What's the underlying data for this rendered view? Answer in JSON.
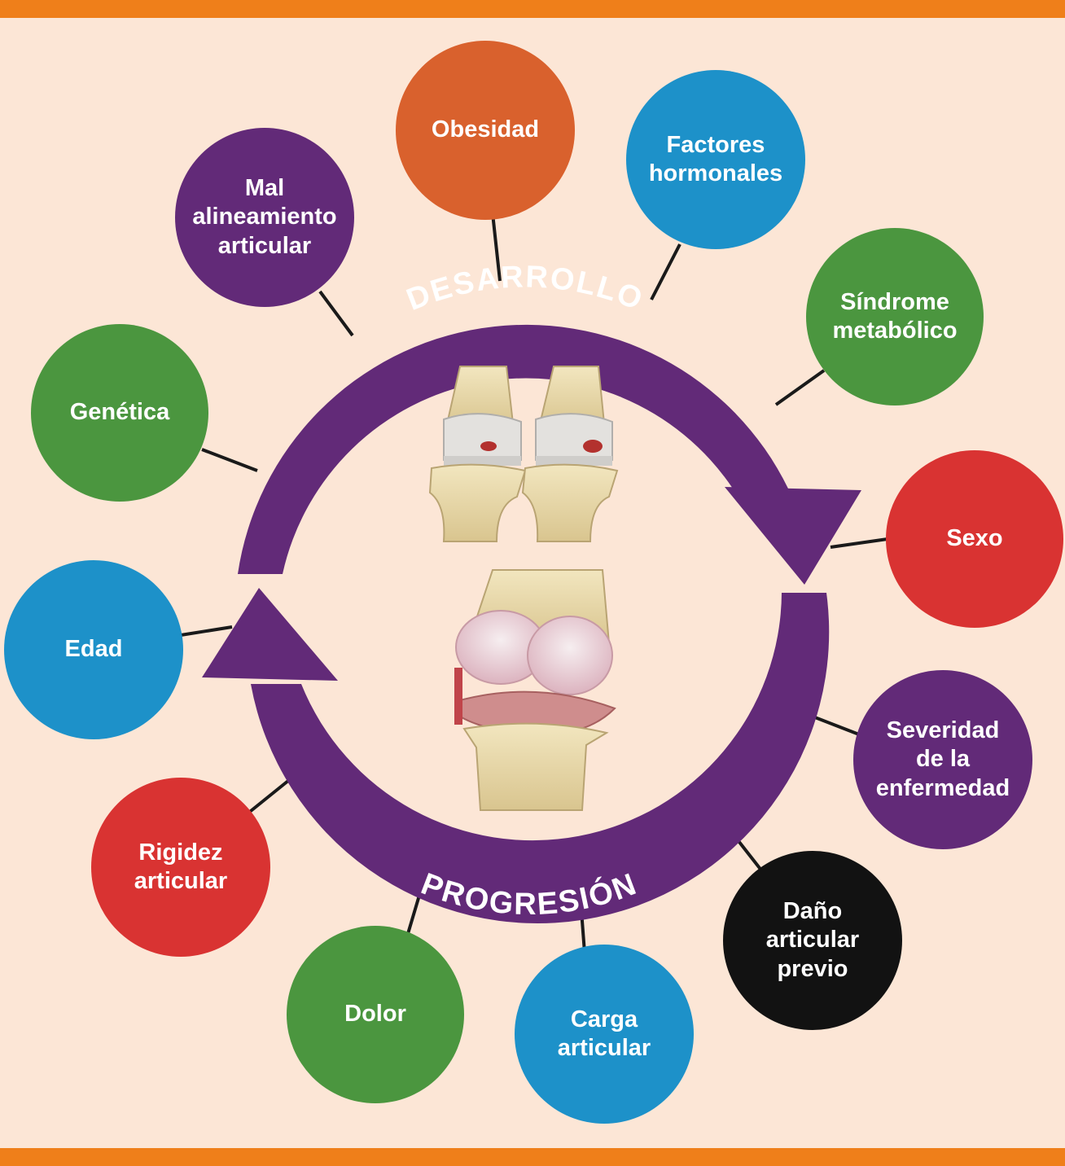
{
  "cycle": {
    "top_label": "DESARROLLO",
    "bottom_label": "PROGRESIÓN",
    "color": "#622a78"
  },
  "factors": {
    "obesidad": {
      "label": "Obesidad",
      "color": "#d9612d"
    },
    "factores_hormonales": {
      "label": "Factores\nhormonales",
      "color": "#1d91c9"
    },
    "sindrome_metabolico": {
      "label": "Síndrome\nmetabólico",
      "color": "#4b963f"
    },
    "sexo": {
      "label": "Sexo",
      "color": "#d93332"
    },
    "severidad": {
      "label": "Severidad\nde la\nenfermedad",
      "color": "#622a78"
    },
    "dano_articular": {
      "label": "Daño\narticular\nprevio",
      "color": "#121212"
    },
    "carga_articular": {
      "label": "Carga\narticular",
      "color": "#1d91c9"
    },
    "dolor": {
      "label": "Dolor",
      "color": "#4b963f"
    },
    "rigidez": {
      "label": "Rigidez\narticular",
      "color": "#d93332"
    },
    "edad": {
      "label": "Edad",
      "color": "#1d91c9"
    },
    "genetica": {
      "label": "Genética",
      "color": "#4b963f"
    },
    "mal_alineamiento": {
      "label": "Mal\nalineamiento\narticular",
      "color": "#622a78"
    }
  },
  "colors": {
    "background": "#fce6d6",
    "border_bar": "#ef7f1a",
    "bone": "#e8d8a6",
    "cartilage": "#ede8e4"
  }
}
